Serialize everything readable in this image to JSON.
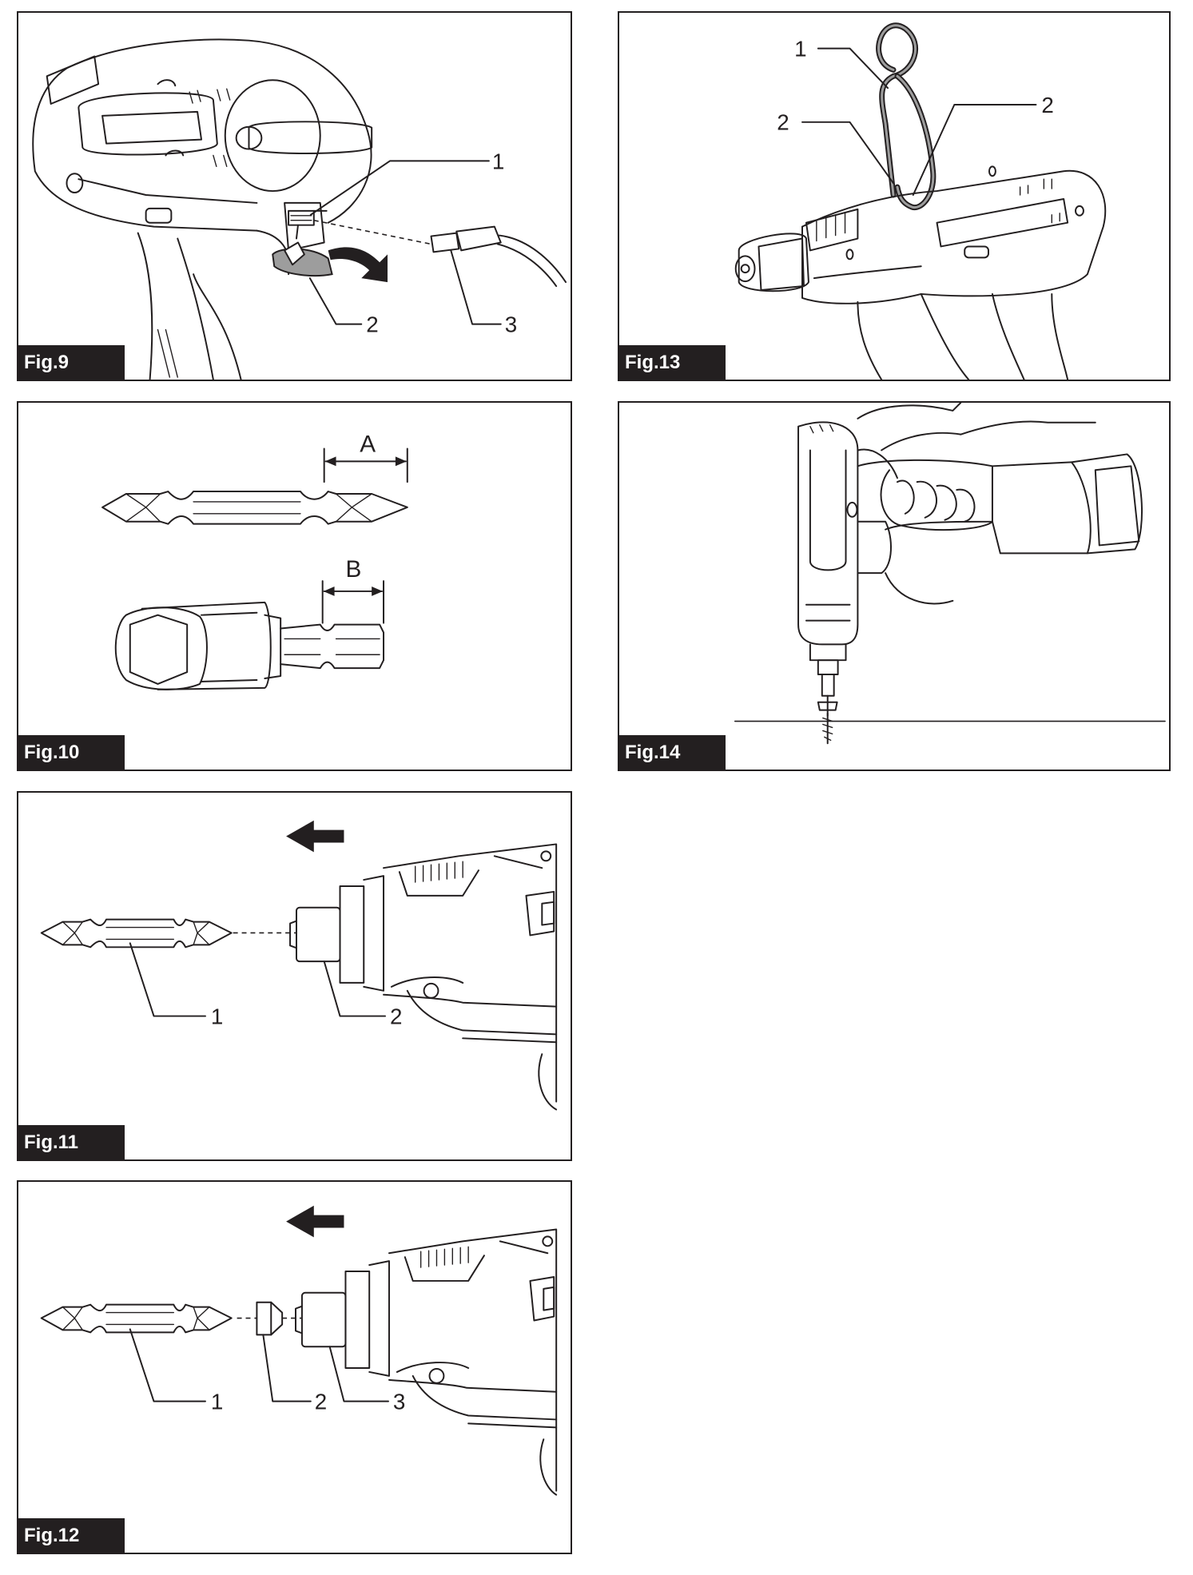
{
  "figures": {
    "fig9": {
      "label": "Fig.9",
      "callouts": [
        "1",
        "2",
        "3"
      ]
    },
    "fig10": {
      "label": "Fig.10",
      "dims": [
        "A",
        "B"
      ]
    },
    "fig11": {
      "label": "Fig.11",
      "callouts": [
        "1",
        "2"
      ]
    },
    "fig12": {
      "label": "Fig.12",
      "callouts": [
        "1",
        "2",
        "3"
      ]
    },
    "fig13": {
      "label": "Fig.13",
      "callouts": [
        "1",
        "2",
        "2"
      ]
    },
    "fig14": {
      "label": "Fig.14"
    }
  },
  "colors": {
    "ink": "#231f20",
    "paper": "#ffffff",
    "part_shade": "#9d9d9d"
  }
}
